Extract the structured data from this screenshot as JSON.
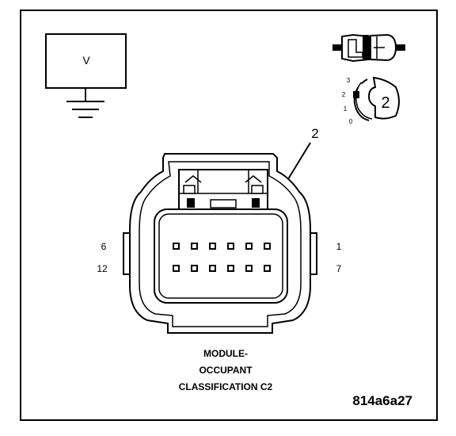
{
  "meter": {
    "label": "V"
  },
  "probe": {
    "scale": [
      "3",
      "2",
      "1",
      "0"
    ],
    "selected_label": "2"
  },
  "callout": {
    "label": "2"
  },
  "connector": {
    "pin_labels": {
      "top_left": "6",
      "top_right": "1",
      "bottom_left": "12",
      "bottom_right": "7"
    },
    "title_lines": [
      "MODULE-",
      "OCCUPANT",
      "CLASSIFICATION C2"
    ]
  },
  "figure_id": "814a6a27"
}
